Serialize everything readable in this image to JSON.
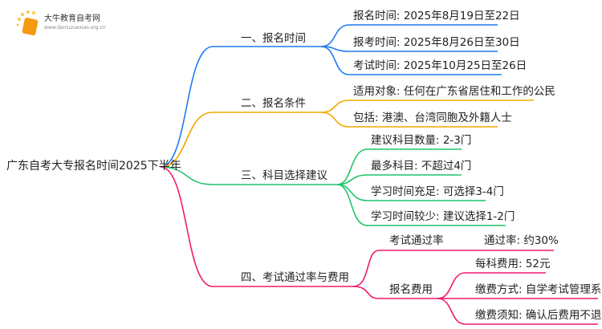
{
  "logo": {
    "title": "大牛教育自考网",
    "url": "www.daniuzuexiao.org.cn"
  },
  "root": "广东自考大专报名时间2025下半年",
  "colors": {
    "b1": "#1e7bf0",
    "b2": "#f0a800",
    "b3": "#1fc46a",
    "b4": "#f0196e"
  },
  "branches": [
    {
      "label": "一、报名时间",
      "children": [
        "报名时间: 2025年8月19日至22日",
        "报考时间: 2025年8月26日至30日",
        "考试时间: 2025年10月25日至26日"
      ]
    },
    {
      "label": "二、报名条件",
      "children": [
        "适用对象: 任何在广东省居住和工作的公民",
        "包括: 港澳、台湾同胞及外籍人士"
      ]
    },
    {
      "label": "三、科目选择建议",
      "children": [
        "建议科目数量: 2-3门",
        "最多科目: 不超过4门",
        "学习时间充足: 可选择3-4门",
        "学习时间较少: 建议选择1-2门"
      ]
    },
    {
      "label": "四、考试通过率与费用",
      "children": [
        {
          "label": "考试通过率",
          "children": [
            "通过率: 约30%"
          ]
        },
        {
          "label": "报名费用",
          "children": [
            "每科费用: 52元",
            "缴费方式: 自学考试管理系统",
            "缴费须知: 确认后费用不退还"
          ]
        }
      ]
    }
  ]
}
